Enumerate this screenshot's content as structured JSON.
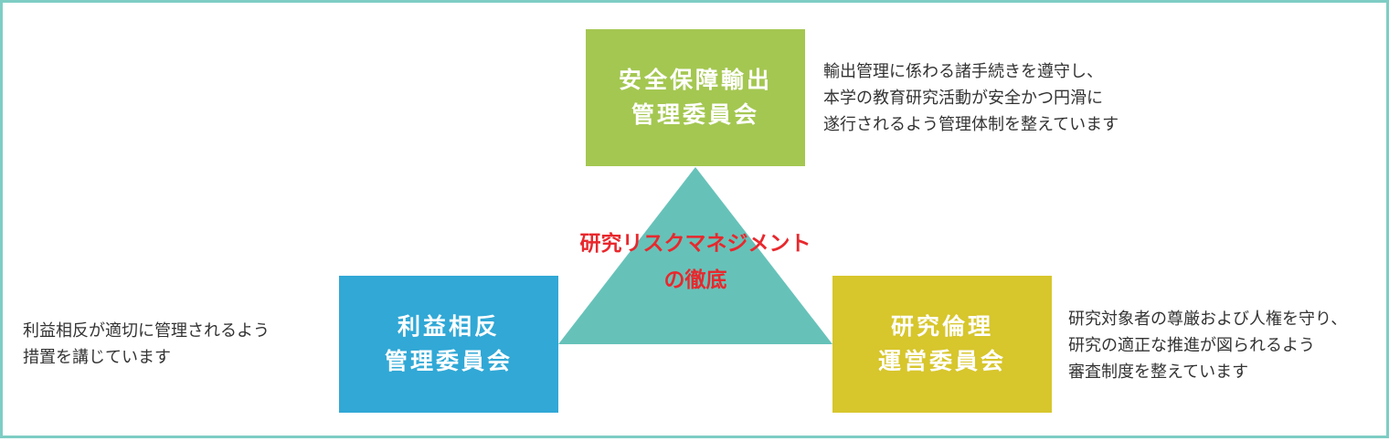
{
  "top_box": {
    "line1": "安全保障輸出",
    "line2": "管理委員会"
  },
  "left_box": {
    "line1": "利益相反",
    "line2": "管理委員会"
  },
  "right_box": {
    "line1": "研究倫理",
    "line2": "運営委員会"
  },
  "center": {
    "line1": "研究リスクマネジメント",
    "line2": "の徹底"
  },
  "top_desc": {
    "line1": "輸出管理に係わる諸手続きを遵守し、",
    "line2": "本学の教育研究活動が安全かつ円滑に",
    "line3": "遂行されるよう管理体制を整えています"
  },
  "left_desc": {
    "line1": "利益相反が適切に管理されるよう",
    "line2": "措置を講じています"
  },
  "right_desc": {
    "line1": "研究対象者の尊厳および人権を守り、",
    "line2": "研究の適正な推進が図られるよう",
    "line3": "審査制度を整えています"
  },
  "colors": {
    "frame": "#7ecdc4",
    "triangle": "#66c2b9",
    "top_box": "#a4c751",
    "left_box": "#31a8d6",
    "right_box": "#d7c62c",
    "center_text": "#e8282d"
  }
}
